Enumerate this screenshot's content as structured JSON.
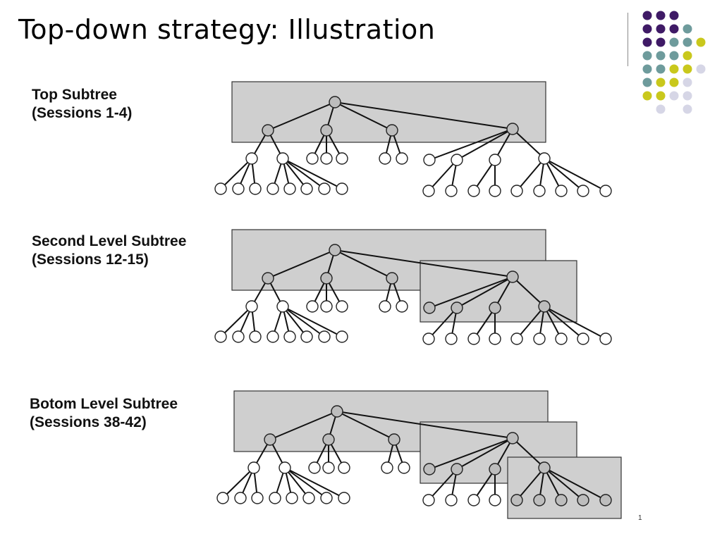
{
  "slide": {
    "title": "Top-down strategy: Illustration",
    "page_number": "1"
  },
  "decoration": {
    "dot_colors": {
      "purple": "#3f1a66",
      "teal": "#6e9b9c",
      "yellow": "#c9c81c",
      "lavender": "#d6d6e6"
    }
  },
  "diagrams": [
    {
      "label_line1": "Top Subtree",
      "label_line2": "(Sessions 1-4)"
    },
    {
      "label_line1": "Second Level Subtree",
      "label_line2": "(Sessions 12-15)"
    },
    {
      "label_line1": "Botom Level Subtree",
      "label_line2": "(Sessions 38-42)"
    }
  ],
  "colors": {
    "box_fill": "#cfcfcf",
    "box_stroke": "#333333",
    "node_fill_inside": "#bdbdbd",
    "node_fill_outside": "#ffffff",
    "line": "#111111"
  }
}
